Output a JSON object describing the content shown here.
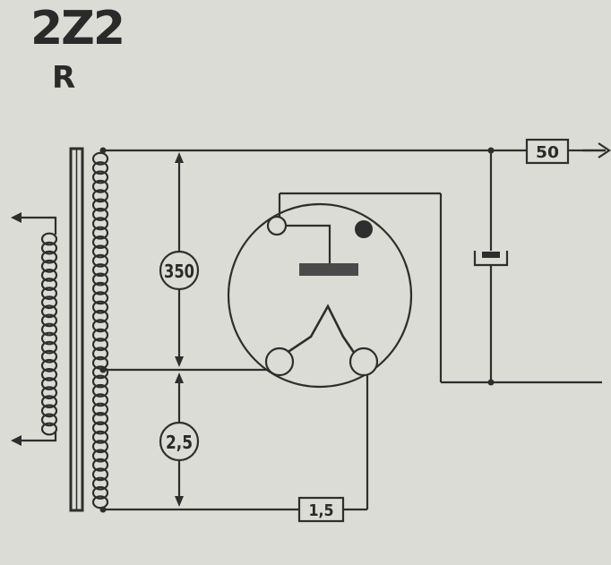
{
  "header": {
    "tube_code": "2Z2",
    "tube_suffix": "R"
  },
  "labels": {
    "anode_voltage": "350",
    "heater_voltage": "2,5",
    "heater_current": "1,5",
    "output_current": "50"
  },
  "colors": {
    "line": "#2e2e2e",
    "background": "#dcdcd6",
    "electrode_fill": "#4a4a4a"
  }
}
